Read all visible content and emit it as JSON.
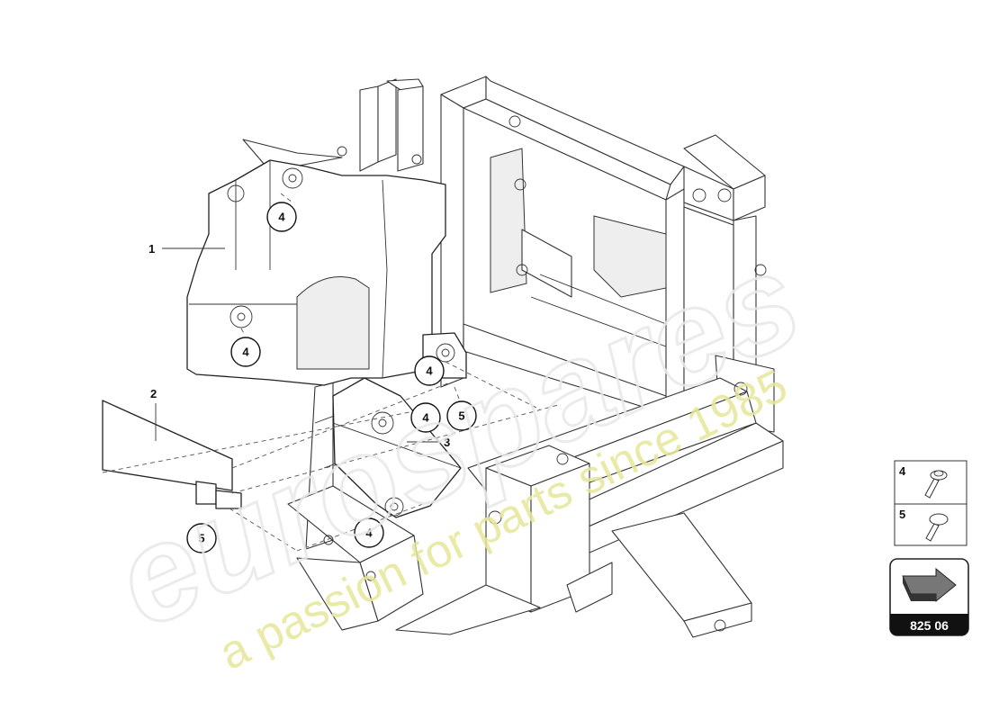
{
  "watermark": {
    "brand": "eurospares",
    "tagline": "a passion for parts since 1985",
    "color": "#e7e79a",
    "brand_color": "#e8e8e8"
  },
  "labels": {
    "part_1": "1",
    "part_2": "2",
    "part_3": "3",
    "callout_a": "4",
    "callout_b": "4",
    "callout_c": "4",
    "callout_d": "4",
    "callout_e": "4",
    "callout_f": "5",
    "callout_g": "5"
  },
  "legend": {
    "rows": [
      {
        "number": "4",
        "icon": "flange-screw-icon"
      },
      {
        "number": "5",
        "icon": "flat-head-screw-icon"
      }
    ]
  },
  "page_ref": {
    "text": "825 06",
    "icon": "arrow-page-icon"
  }
}
